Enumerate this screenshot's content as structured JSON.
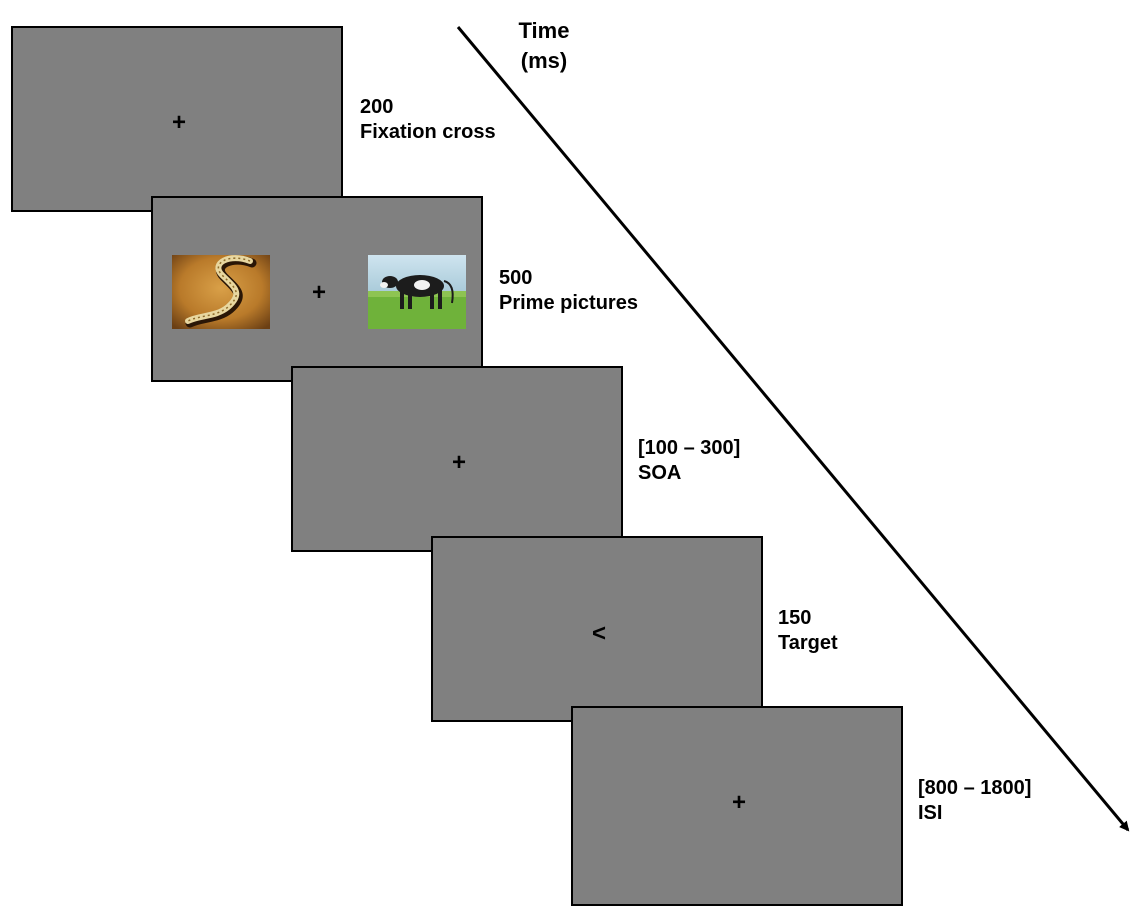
{
  "axis": {
    "title_line1": "Time",
    "title_line2": "(ms)"
  },
  "screens": [
    {
      "symbol": "+",
      "duration": "200",
      "name": "Fixation cross"
    },
    {
      "symbol": "+",
      "duration": "500",
      "name": "Prime pictures",
      "pictures": [
        "snake-picture",
        "cow-picture"
      ]
    },
    {
      "symbol": "+",
      "duration": "[100 – 300]",
      "name": "SOA"
    },
    {
      "symbol": "<",
      "duration": "150",
      "name": "Target"
    },
    {
      "symbol": "+",
      "duration": "[800 – 1800]",
      "name": "ISI"
    }
  ],
  "colors": {
    "screen_fill": "#808080",
    "outline": "#000000",
    "text": "#000000"
  }
}
